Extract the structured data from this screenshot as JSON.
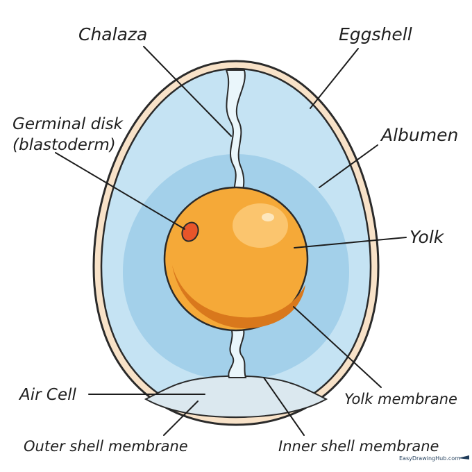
{
  "diagram": {
    "labels": {
      "chalaza": "Chalaza",
      "eggshell": "Eggshell",
      "germinal_disk_line1": "Germinal disk",
      "germinal_disk_line2": "(blastoderm)",
      "albumen": "Albumen",
      "yolk": "Yolk",
      "air_cell": "Air Cell",
      "yolk_membrane": "Yolk membrane",
      "outer_shell_membrane": "Outer shell membrane",
      "inner_shell_membrane": "Inner shell membrane"
    },
    "watermark": "EasyDrawingHub.com",
    "colors": {
      "shell_outline": "#2a2a2a",
      "shell_fill": "#f8e2c8",
      "outer_albumen": "#c5e3f3",
      "inner_albumen": "#a3d0ea",
      "chalaza": "#eaf6fb",
      "air_cell": "#dbe8ef",
      "yolk": "#f5a938",
      "yolk_shadow": "#d9781c",
      "yolk_highlight": "#fbc56e",
      "germinal_disk": "#e8552a"
    }
  }
}
